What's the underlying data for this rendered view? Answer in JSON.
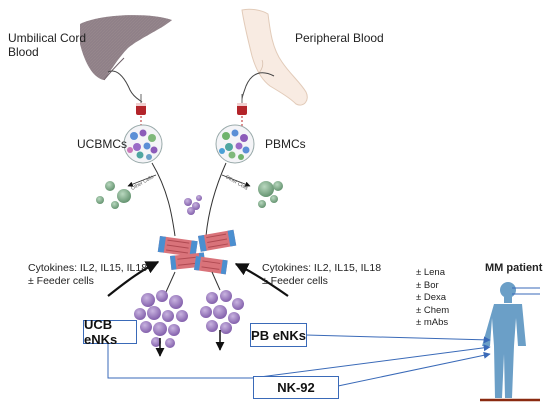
{
  "sources": {
    "left_label": "Umbilical Cord\nBlood",
    "right_label": "Peripheral Blood"
  },
  "mononuclear": {
    "left": "UCBMCs",
    "right": "PBMCs"
  },
  "rotated_labels": {
    "left": "Other Cells",
    "right": "Other Cells"
  },
  "cytokines": {
    "left": "Cytokines: IL2, IL15, IL18\n± Feeder cells",
    "right": "Cytokines: IL2, IL15, IL18\n± Feeder cells"
  },
  "products": {
    "ucb": "UCB eNKs",
    "pb": "PB eNKs",
    "nk92": "NK-92"
  },
  "patient": {
    "title": "MM patient",
    "drugs": [
      "± Lena",
      "± Bor",
      "± Dexa",
      "± Chem",
      "± mAbs"
    ]
  },
  "colors": {
    "arrow_blue": "#3a6ab8",
    "cell_purple": "#8b6bb8",
    "cell_green": "#6f9c7a",
    "body_blue": "#6b9fc7",
    "bag_red": "#b3242a",
    "bioreactor_red": "#d9737a",
    "bioreactor_blue": "#4b8fd0"
  },
  "icons": [
    "placenta-icon",
    "arm-icon",
    "blood-bag-icon",
    "cell-cluster-icon",
    "bioreactor-icon",
    "human-figure-icon"
  ]
}
